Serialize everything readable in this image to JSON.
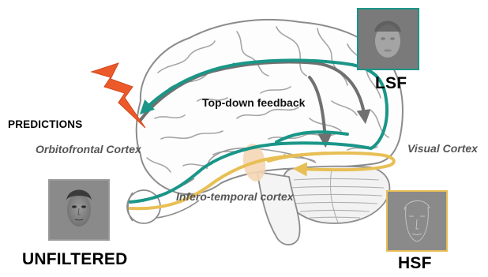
{
  "labels": {
    "predictions": "PREDICTIONS",
    "orbitofrontal": "Orbitofrontal Cortex",
    "top_down": "Top-down feedback",
    "visual_cortex": "Visual Cortex",
    "infero_temporal": "Infero-temporal cortex",
    "lsf": "LSF",
    "hsf": "HSF",
    "unfiltered": "UNFILTERED"
  },
  "colors": {
    "lsf_pathway": "#1a9688",
    "hsf_pathway": "#e8bf55",
    "feedback": "#707070",
    "lightning": "#ec5a2a",
    "it_blob": "#f5d6b5",
    "lsf_frame": "#1a9688",
    "hsf_frame": "#e8bf55",
    "unfiltered_frame": "#9a9a9a"
  },
  "icons": {
    "lightning": "lightning-bolt-icon",
    "eye": "eye-icon"
  }
}
